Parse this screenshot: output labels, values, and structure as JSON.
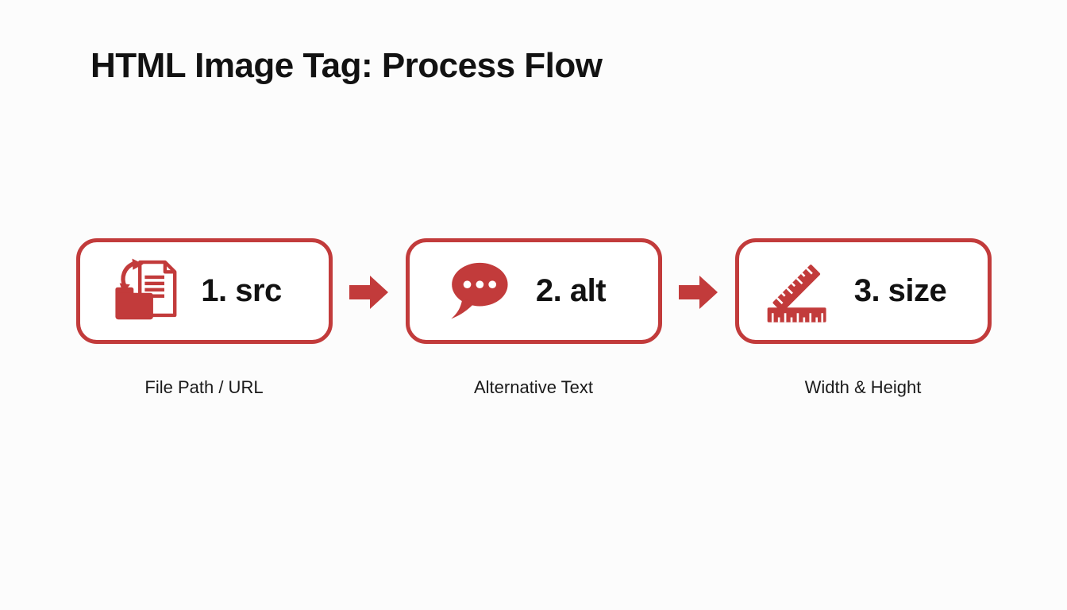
{
  "page": {
    "title": "HTML Image Tag: Process Flow"
  },
  "theme": {
    "accent": "#C23B3B",
    "text": "#121212",
    "background": "#FCFCFC"
  },
  "flow": {
    "connector_icon": "arrow-right-icon",
    "steps": [
      {
        "label": "1. src",
        "caption": "File Path / URL",
        "icon": "folder-document-transfer-icon"
      },
      {
        "label": "2. alt",
        "caption": "Alternative Text",
        "icon": "speech-bubble-icon"
      },
      {
        "label": "3. size",
        "caption": "Width & Height",
        "icon": "rulers-icon"
      }
    ]
  }
}
